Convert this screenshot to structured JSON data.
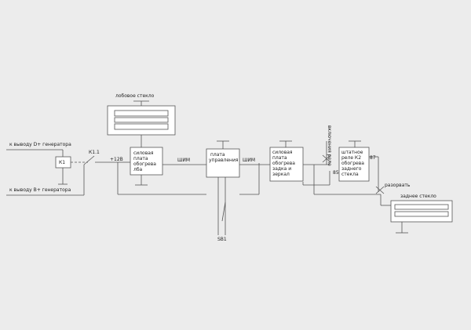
{
  "labels": {
    "generator_d": "к выводу D+ генератора",
    "generator_b": "к выводу B+ генератора",
    "relay_k1": "К1",
    "contact_k11": "К1.1",
    "plus12v": "+12В",
    "windshield": "лобовое стекло",
    "board_front": [
      "силовая",
      "плата",
      "обогрева",
      "лба"
    ],
    "pwm_1": "ШИМ",
    "control_board": [
      "плата",
      "управления"
    ],
    "pwm_2": "ШИМ",
    "board_rear": [
      "силовая",
      "плата",
      "обогрева",
      "задка и",
      "зеркал"
    ],
    "enable_relay": "включения реле",
    "pin_85": "85",
    "relay_k2": [
      "штатное",
      "реле К2",
      "обогрева",
      "заднего",
      "стекла"
    ],
    "pin_87": "87",
    "break_note": "разорвать",
    "rear_window": "заднее стекло",
    "button_sb1": "SB1"
  },
  "colors": {
    "background": "#ececec",
    "line": "#555555",
    "box_fill": "#ffffff"
  }
}
